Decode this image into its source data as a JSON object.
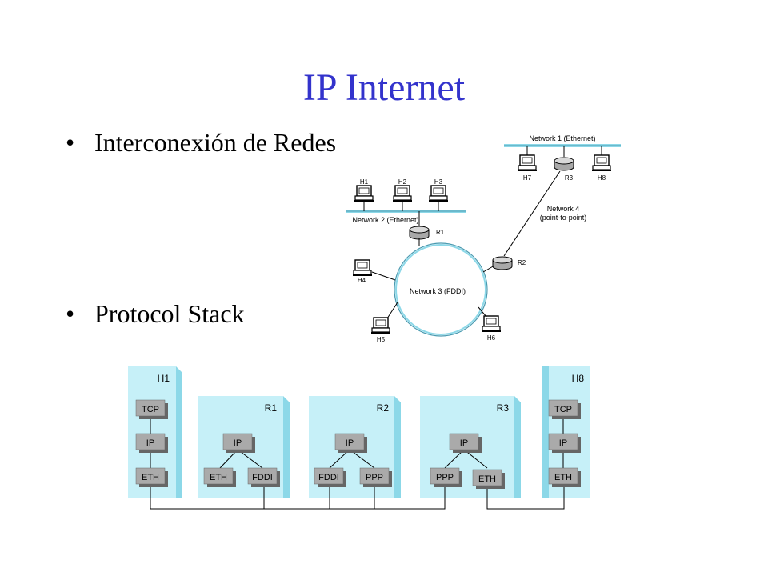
{
  "slide": {
    "title": "IP Internet",
    "bullets": [
      "Interconexión de Redes",
      "Protocol Stack"
    ],
    "bullet_glyph": "•"
  },
  "network_diagram": {
    "networks": {
      "net1": "Network 1 (Ethernet)",
      "net2": "Network 2 (Ethernet)",
      "net3": "Network 3 (FDDI)",
      "net4_line1": "Network 4",
      "net4_line2": "(point-to-point)"
    },
    "hosts": [
      "H1",
      "H2",
      "H3",
      "H4",
      "H5",
      "H6",
      "H7",
      "H8"
    ],
    "routers": [
      "R1",
      "R2",
      "R3"
    ]
  },
  "protocol_stack": {
    "nodes": [
      {
        "name": "H1",
        "layers": [
          "TCP",
          "IP",
          "ETH"
        ]
      },
      {
        "name": "R1",
        "layers": [
          "IP",
          "ETH",
          "FDDI"
        ]
      },
      {
        "name": "R2",
        "layers": [
          "IP",
          "FDDI",
          "PPP"
        ]
      },
      {
        "name": "R3",
        "layers": [
          "IP",
          "PPP",
          "ETH"
        ]
      },
      {
        "name": "H8",
        "layers": [
          "TCP",
          "IP",
          "ETH"
        ]
      }
    ]
  },
  "colors": {
    "title": "#3333cc",
    "panel": "#c6f0f8",
    "panel_side": "#8cd8e8",
    "layer_box": "#aaaaaa",
    "layer_shadow": "#666666",
    "router_fill": "#b0b0b0"
  }
}
